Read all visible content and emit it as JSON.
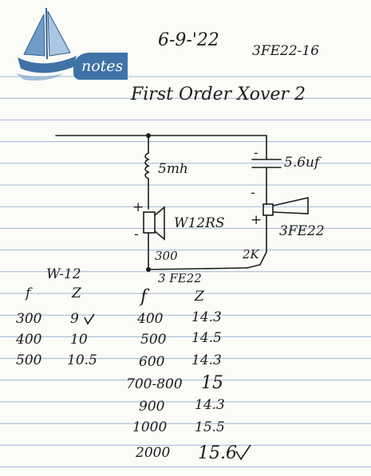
{
  "header": {
    "notes_label": "notes",
    "date": "6-9-'22",
    "reference": "3FE22-16"
  },
  "title": "First Order Xover 2",
  "schematic": {
    "inductor_label": "5mh",
    "capacitor_label": "5.6uf",
    "woofer_label": "W12RS",
    "tweeter_label": "3FE22",
    "woofer_resistance": "300",
    "tweeter_resistance": "2K",
    "bottom_label": "3 FE22",
    "plus_sign": "+",
    "minus_sign": "-"
  },
  "table_woofer": {
    "title": "W-12",
    "headers": [
      "f",
      "Z"
    ],
    "rows": [
      [
        "300",
        "9"
      ],
      [
        "400",
        "10"
      ],
      [
        "500",
        "10.5"
      ]
    ]
  },
  "table_tweeter": {
    "headers": [
      "f",
      "Z"
    ],
    "rows": [
      [
        "400",
        "14.3"
      ],
      [
        "500",
        "14.5"
      ],
      [
        "600",
        "14.3"
      ],
      [
        "700-800",
        "15"
      ],
      [
        "900",
        "14.3"
      ],
      [
        "1000",
        "15.5"
      ],
      [
        "2000",
        "15.6"
      ]
    ]
  },
  "colors": {
    "ruled_line": "#9fb4d8",
    "margin_line": "#c8d4ea",
    "brand_blue": "#3f73a8",
    "ink": "#1c1c1c"
  },
  "icons": [
    "sailboat-icon",
    "check-icon"
  ]
}
